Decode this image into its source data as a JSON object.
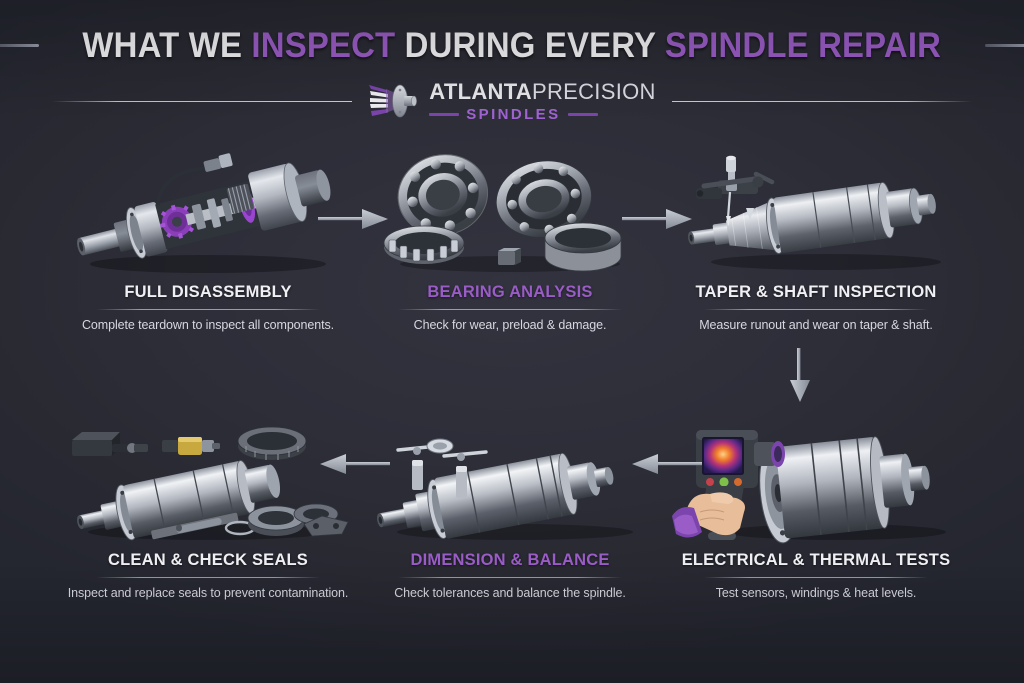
{
  "header": {
    "title_parts": [
      {
        "text": "WHAT WE ",
        "accent": false
      },
      {
        "text": "INSPECT ",
        "accent": true
      },
      {
        "text": "DURING EVERY ",
        "accent": false
      },
      {
        "text": "SPINDLE REPAIR",
        "accent": true
      }
    ],
    "title_plain": "WHAT WE INSPECT DURING EVERY SPINDLE REPAIR",
    "title_segment_1": "WHAT WE ",
    "title_segment_2": "INSPECT ",
    "title_segment_3": "DURING EVERY ",
    "title_segment_4": "SPINDLE REPAIR",
    "logo": {
      "name_bold": "ATLANTA",
      "name_light": "PRECISION",
      "subtitle": "SPINDLES",
      "mark_icon": "spindle-logo-icon"
    }
  },
  "colors": {
    "background": "#2e2e39",
    "accent_purple": "#9a5cc6",
    "accent_purple_dark": "#7b45ad",
    "text_primary": "#f0f0f4",
    "text_secondary": "#d7d7e0",
    "arrow_grey": "#a9adbb",
    "metal_light": "#d6d9de",
    "metal_dark": "#5a5f68"
  },
  "steps": [
    {
      "id": "full-disassembly",
      "title": "FULL DISASSEMBLY",
      "description": "Complete teardown to inspect all components.",
      "accent": false,
      "image": "cutaway-spindle-assembly-image"
    },
    {
      "id": "bearing-analysis",
      "title": "BEARING ANALYSIS",
      "description": "Check for wear, preload & damage.",
      "accent": true,
      "image": "ball-bearings-group-image"
    },
    {
      "id": "taper-shaft-inspection",
      "title": "TAPER & SHAFT INSPECTION",
      "description": "Measure runout and wear on taper & shaft.",
      "accent": false,
      "image": "spindle-with-dial-indicator-image"
    },
    {
      "id": "clean-check-seals",
      "title": "CLEAN & CHECK SEALS",
      "description": "Inspect and replace seals to prevent contamination.",
      "accent": false,
      "image": "spindle-with-seal-parts-image"
    },
    {
      "id": "dimension-balance",
      "title": "DIMENSION & BALANCE",
      "description": "Check tolerances and balance the spindle.",
      "accent": true,
      "image": "spindle-with-measuring-gauges-image"
    },
    {
      "id": "electrical-thermal-tests",
      "title": "ELECTRICAL & THERMAL TESTS",
      "description": "Test sensors, windings & heat levels.",
      "accent": false,
      "image": "thermal-camera-and-spindle-image"
    }
  ],
  "flow_arrows": [
    {
      "id": "arrow-step1-to-step2",
      "direction": "right"
    },
    {
      "id": "arrow-step2-to-step3",
      "direction": "right"
    },
    {
      "id": "arrow-step3-to-step6",
      "direction": "down"
    },
    {
      "id": "arrow-step6-to-step5",
      "direction": "left"
    },
    {
      "id": "arrow-step5-to-step4",
      "direction": "left"
    }
  ]
}
